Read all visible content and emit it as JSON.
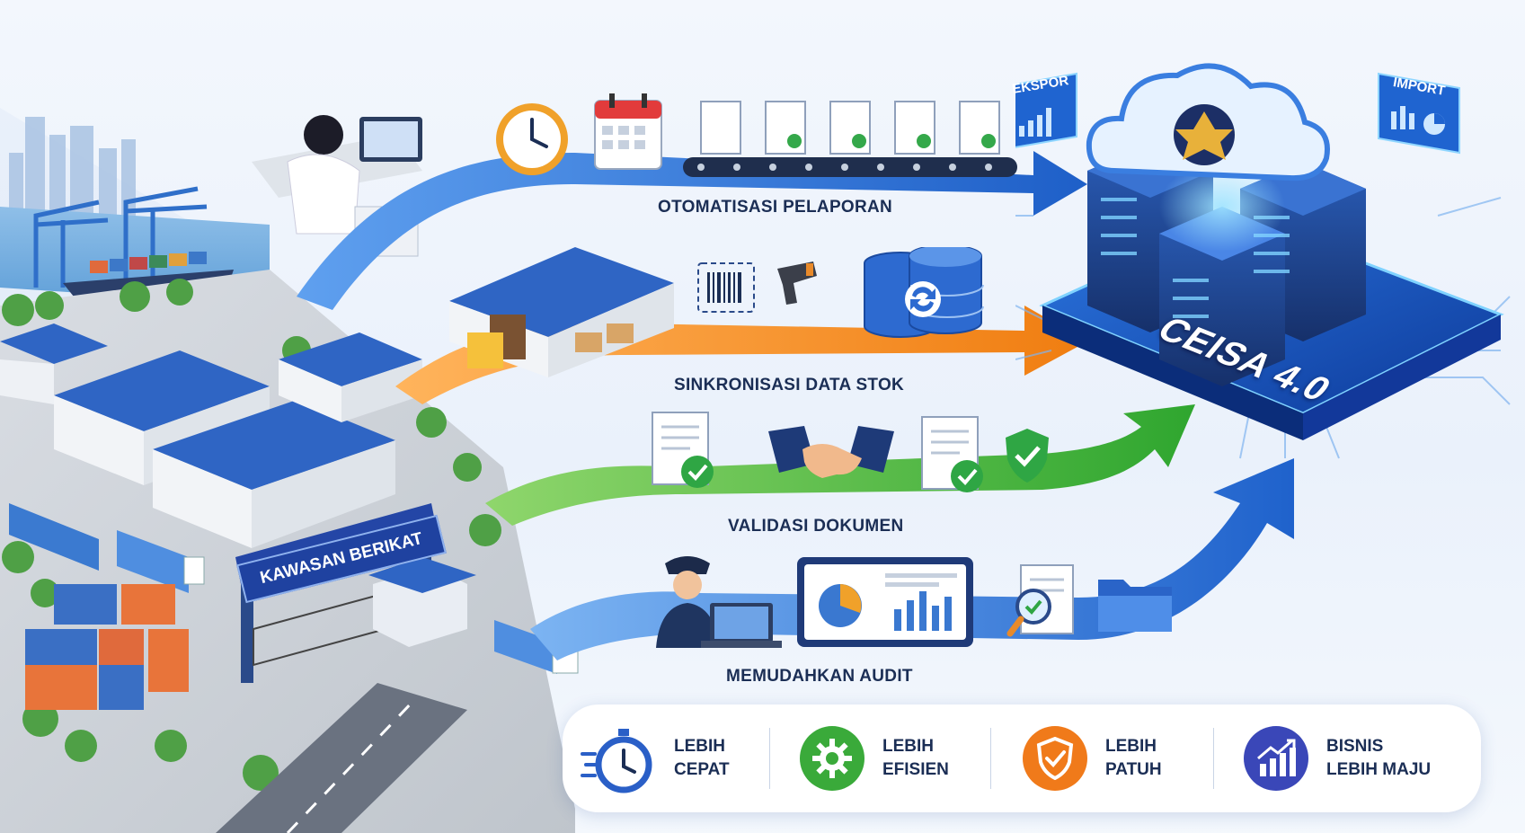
{
  "flows": [
    {
      "label": "OTOMATISASI PELAPORAN",
      "color": "#1f6fd6"
    },
    {
      "label": "SINKRONISASI DATA STOK",
      "color": "#f08a1c"
    },
    {
      "label": "VALIDASI DOKUMEN",
      "color": "#3cae3a"
    },
    {
      "label": "MEMUDAHKAN AUDIT",
      "color": "#1f6fd6"
    }
  ],
  "system": {
    "name": "CEISA 4.0",
    "ekspor": "EKSPOR",
    "import": "IMPORT"
  },
  "gate_sign": "KAWASAN BERIKAT",
  "benefits": [
    {
      "line1": "LEBIH",
      "line2": "CEPAT",
      "icon": "stopwatch-icon",
      "color": "#2a5fc7"
    },
    {
      "line1": "LEBIH",
      "line2": "EFISIEN",
      "icon": "gear-icon",
      "color": "#3aaa3a"
    },
    {
      "line1": "LEBIH",
      "line2": "PATUH",
      "icon": "shield-check-icon",
      "color": "#f07a1a"
    },
    {
      "line1": "BISNIS",
      "line2": "LEBIH MAJU",
      "icon": "growth-chart-icon",
      "color": "#3a47b8"
    }
  ]
}
